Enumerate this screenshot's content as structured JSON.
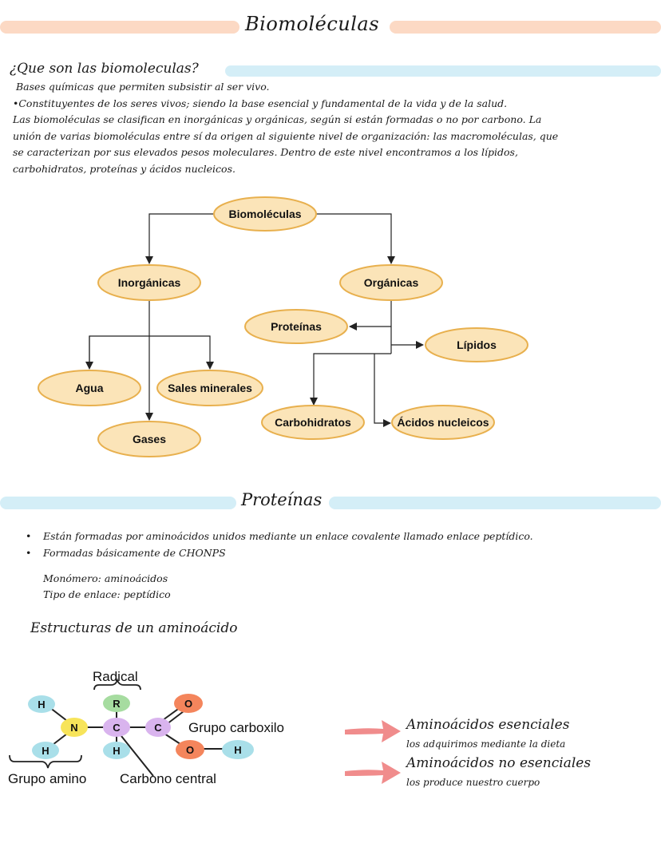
{
  "header": {
    "title": "Biomoléculas"
  },
  "intro": {
    "question": "¿Que son las biomoleculas?",
    "lines": [
      "Bases químicas que permiten subsistir al ser vivo.",
      "•Constituyentes de los seres vivos; siendo la base esencial y fundamental de la vida y de la salud.",
      "Las biomoléculas se clasifican en inorgánicas y orgánicas, según si están formadas o no por carbono. La",
      "unión de varias biomoléculas entre sí da origen al siguiente nivel de organización: las macromoléculas, que",
      "se caracterizan por sus elevados pesos moleculares. Dentro de este nivel encontramos a los lípidos,",
      "carbohidratos, proteínas y ácidos nucleicos."
    ]
  },
  "diagram": {
    "root": "Biomoléculas",
    "inorganicas": "Inorgánicas",
    "organicas": "Orgánicas",
    "agua": "Agua",
    "sales": "Sales minerales",
    "gases": "Gases",
    "proteinas": "Proteínas",
    "lipidos": "Lípidos",
    "carbohidratos": "Carbohidratos",
    "acidos": "Ácidos nucleicos",
    "colors": {
      "fill": "#fbe4b8",
      "stroke": "#e8b04e"
    }
  },
  "proteinas": {
    "title": "Proteínas",
    "bullets": [
      "Están formadas por aminoácidos unidos mediante un enlace covalente llamado enlace peptídico.",
      "Formadas básicamente de CHONPS"
    ],
    "monomero": "Monómero: aminoácidos",
    "enlace": "Tipo de enlace: peptídico",
    "estructuras_title": "Estructuras de un aminoácido"
  },
  "molecule": {
    "radical_label": "Radical",
    "carboxilo_label": "Grupo carboxilo",
    "amino_label": "Grupo amino",
    "carbono_label": "Carbono central",
    "atoms": {
      "H": "H",
      "N": "N",
      "R": "R",
      "C": "C",
      "O": "O"
    }
  },
  "aminoacidos": {
    "esenciales_title": "Aminoácidos esenciales",
    "esenciales_desc": "los adquirimos mediante la dieta",
    "no_esenciales_title": "Aminoácidos no esenciales",
    "no_esenciales_desc": "los produce nuestro cuerpo"
  },
  "colors": {
    "peach_band": "#fcd9c4",
    "blue_band": "#d4eef7",
    "arrow_pink": "#f08c8c",
    "atom_H": "#a9dfe9",
    "atom_N": "#f7e45a",
    "atom_R": "#a6dca0",
    "atom_C": "#d9b4ee",
    "atom_O": "#f4855c"
  }
}
